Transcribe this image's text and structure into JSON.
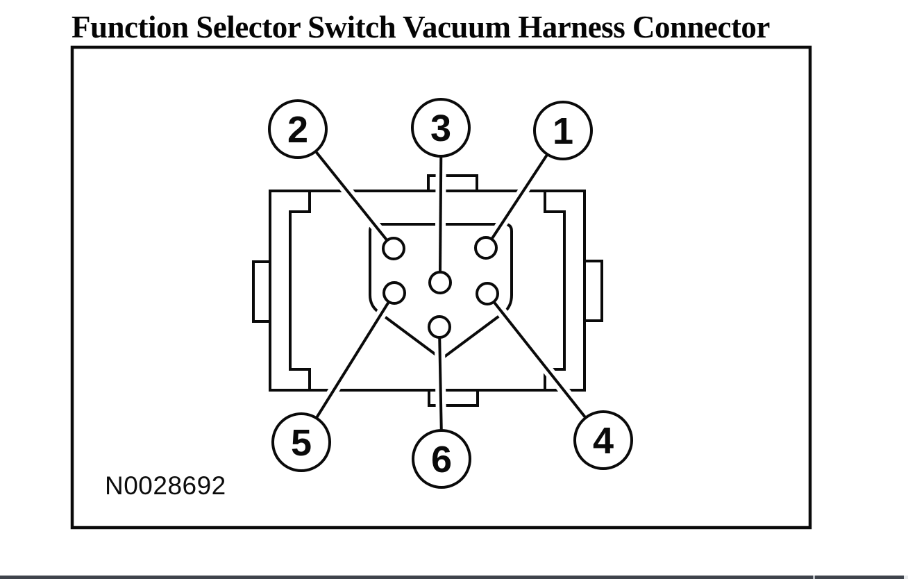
{
  "title": "Function Selector Switch Vacuum Harness Connector",
  "figure": {
    "part_number": "N0028692",
    "callouts": [
      {
        "label": "1"
      },
      {
        "label": "2"
      },
      {
        "label": "3"
      },
      {
        "label": "4"
      },
      {
        "label": "5"
      },
      {
        "label": "6"
      }
    ]
  },
  "colors": {
    "line": "#0a0a0a",
    "paper": "#ffffff",
    "bottom_bar": "#3f444c"
  }
}
